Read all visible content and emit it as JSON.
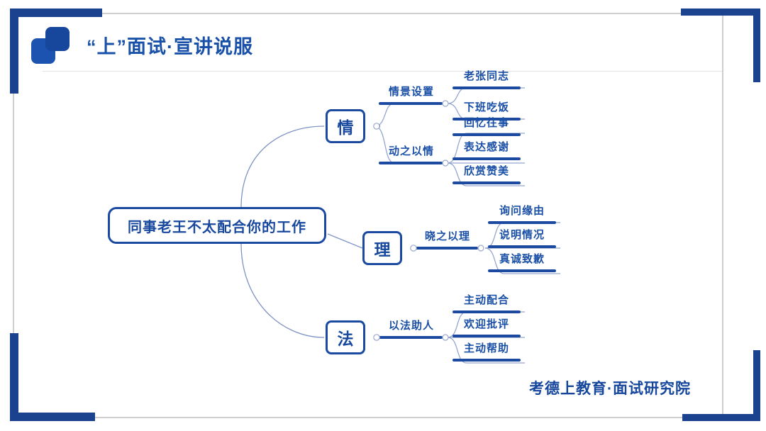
{
  "slide": {
    "title": "“上”面试·宣讲说服",
    "footer": "考德上教育·面试研究院",
    "logo_icon": "two-squares-logo-icon",
    "accent_color": "#1b4aa0",
    "title_color": "#1a51a8",
    "frame_color": "#1b428f"
  },
  "mindmap": {
    "root": {
      "label": "同事老王不太配合你的工作"
    },
    "branches": [
      {
        "label": "情",
        "subbranches": [
          {
            "label": "情景设置",
            "leaves": [
              {
                "label": "老张同志"
              },
              {
                "label": "下班吃饭"
              }
            ]
          },
          {
            "label": "动之以情",
            "leaves": [
              {
                "label": "回忆往事"
              },
              {
                "label": "表达感谢"
              },
              {
                "label": "欣赏赞美"
              }
            ]
          }
        ]
      },
      {
        "label": "理",
        "subbranches": [
          {
            "label": "晓之以理",
            "leaves": [
              {
                "label": "询问缘由"
              },
              {
                "label": "说明情况"
              },
              {
                "label": "真诚致歉"
              }
            ]
          }
        ]
      },
      {
        "label": "法",
        "subbranches": [
          {
            "label": "以法助人",
            "leaves": [
              {
                "label": "主动配合"
              },
              {
                "label": "欢迎批评"
              },
              {
                "label": "主动帮助"
              }
            ]
          }
        ]
      }
    ]
  }
}
